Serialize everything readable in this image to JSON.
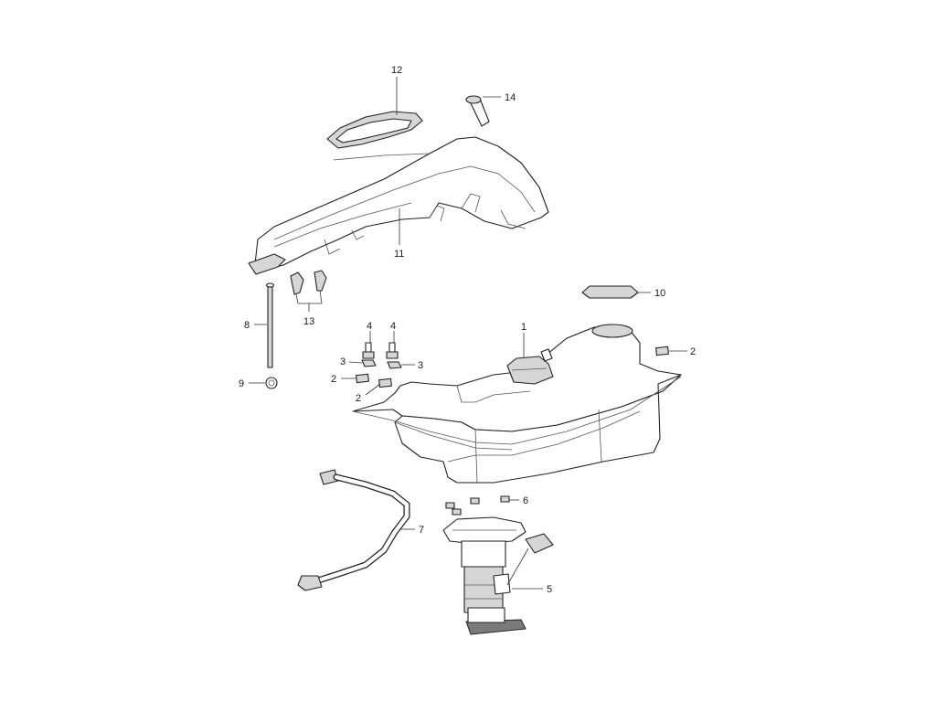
{
  "diagram": {
    "callouts": [
      {
        "id": "c1",
        "label": "1"
      },
      {
        "id": "c2a",
        "label": "2"
      },
      {
        "id": "c2b",
        "label": "2"
      },
      {
        "id": "c2c",
        "label": "2"
      },
      {
        "id": "c3a",
        "label": "3"
      },
      {
        "id": "c3b",
        "label": "3"
      },
      {
        "id": "c4a",
        "label": "4"
      },
      {
        "id": "c4b",
        "label": "4"
      },
      {
        "id": "c5",
        "label": "5"
      },
      {
        "id": "c6",
        "label": "6"
      },
      {
        "id": "c7",
        "label": "7"
      },
      {
        "id": "c8",
        "label": "8"
      },
      {
        "id": "c9",
        "label": "9"
      },
      {
        "id": "c10",
        "label": "10"
      },
      {
        "id": "c11",
        "label": "11"
      },
      {
        "id": "c12",
        "label": "12"
      },
      {
        "id": "c13",
        "label": "13"
      },
      {
        "id": "c14",
        "label": "14"
      }
    ]
  }
}
